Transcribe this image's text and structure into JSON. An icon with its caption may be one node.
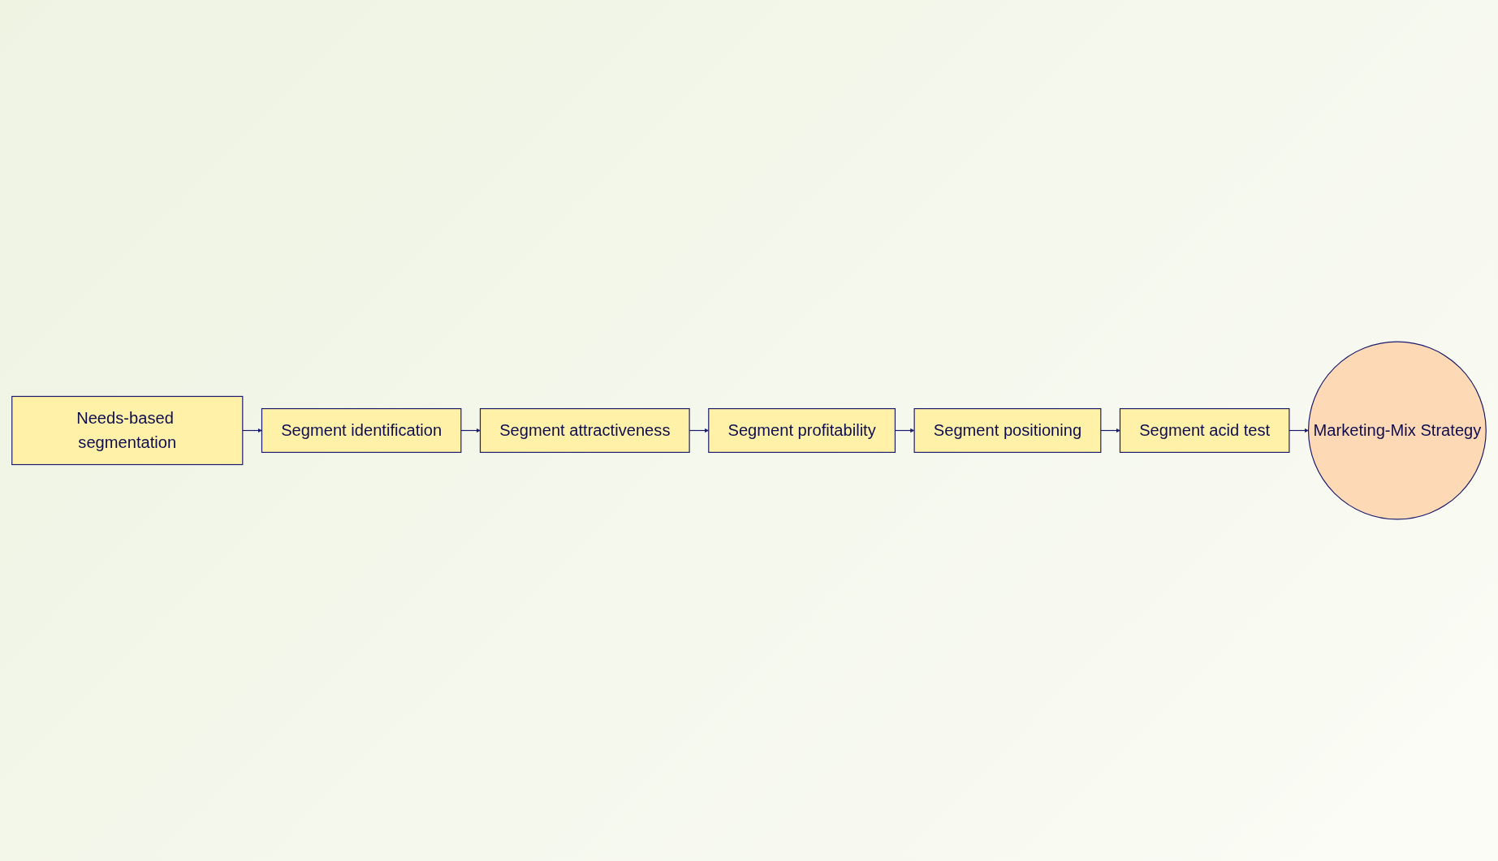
{
  "diagram": {
    "nodes": [
      {
        "text": [
          "Needs-based segmentation"
        ]
      },
      {
        "text": [
          "Segment identification"
        ]
      },
      {
        "text": [
          "Segment attractiveness"
        ]
      },
      {
        "text": [
          "Segment profitability"
        ]
      },
      {
        "text": [
          "Segment positioning"
        ]
      },
      {
        "text": [
          "Segment acid test"
        ]
      },
      {
        "text": [
          "Marketing-Mix Strategy"
        ]
      }
    ],
    "edges": [
      {
        "from": 0,
        "to": 1,
        "arrow": "to"
      },
      {
        "from": 1,
        "to": 2,
        "arrow": "to"
      },
      {
        "from": 2,
        "to": 3,
        "arrow": "to"
      },
      {
        "from": 3,
        "to": 4,
        "arrow": "to"
      },
      {
        "from": 4,
        "to": 5,
        "arrow": "to"
      },
      {
        "from": 5,
        "to": 6,
        "arrow": "to"
      }
    ]
  }
}
